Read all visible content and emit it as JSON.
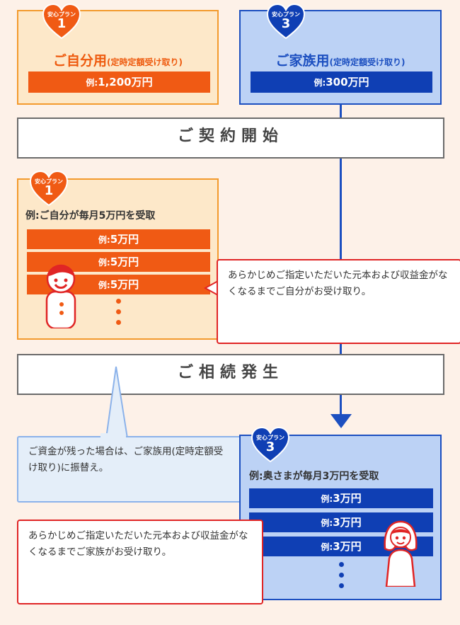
{
  "plans": {
    "self": {
      "badge_small": "安心プラン",
      "badge_num": "1",
      "title": "ご自分用",
      "title_sub": "(定時定額受け取り)",
      "example_prefix": "例:",
      "example_value": "1,200万円"
    },
    "family": {
      "badge_small": "安心プラン",
      "badge_num": "3",
      "title": "ご家族用",
      "title_sub": "(定時定額受け取り)",
      "example_prefix": "例:",
      "example_value": "300万円"
    }
  },
  "banners": {
    "contract_start": "ご契約開始",
    "inheritance": "ご相続発生"
  },
  "phase_self": {
    "badge_small": "安心プラン",
    "badge_num": "1",
    "caption": "例:ご自分が毎月5万円を受取",
    "payments": [
      {
        "prefix": "例:",
        "value": "5万円"
      },
      {
        "prefix": "例:",
        "value": "5万円"
      },
      {
        "prefix": "例:",
        "value": "5万円"
      }
    ],
    "bubble": "あらかじめご指定いただいた元本および収益金がなくなるまでご自分がお受け取り。"
  },
  "note": {
    "text": "ご資金が残った場合は、ご家族用(定時定額受け取り)に振替え。"
  },
  "phase_family": {
    "badge_small": "安心プラン",
    "badge_num": "3",
    "caption": "例:奥さまが毎月3万円を受取",
    "payments": [
      {
        "prefix": "例:",
        "value": "3万円"
      },
      {
        "prefix": "例:",
        "value": "3万円"
      },
      {
        "prefix": "例:",
        "value": "3万円"
      }
    ],
    "bubble": "あらかじめご指定いただいた元本および収益金がなくなるまでご家族がお受け取り。"
  },
  "colors": {
    "orange": "#f05a14",
    "orange_card": "#fde8c9",
    "blue": "#0f3fb4",
    "blue_card": "#bcd2f5",
    "bubble_border": "#e02525"
  },
  "icons": [
    "heart-badge-icon",
    "man-icon",
    "woman-icon",
    "arrow-down-icon"
  ]
}
